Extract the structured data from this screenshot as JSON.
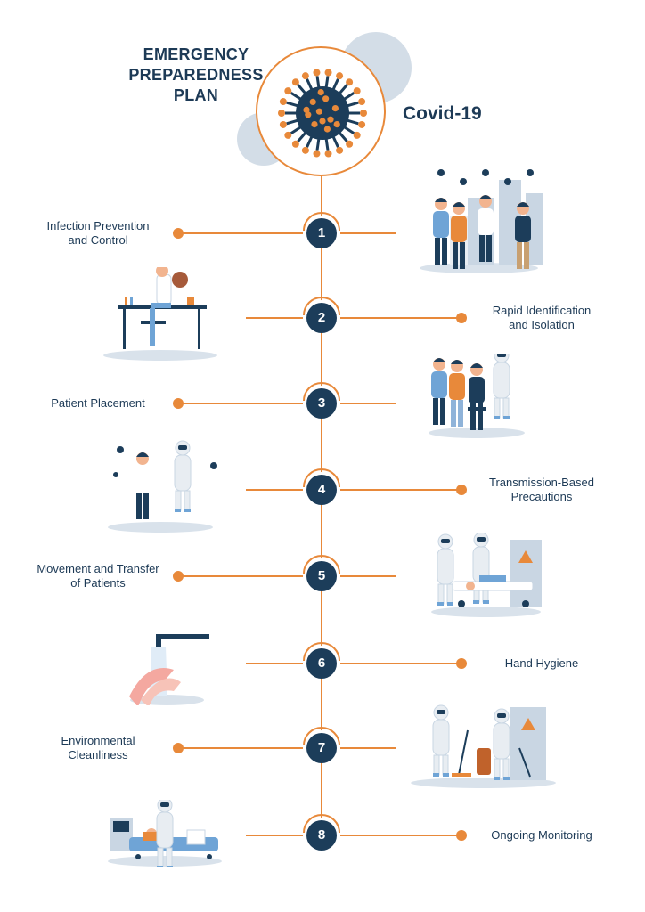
{
  "header": {
    "title_line1": "EMERGENCY",
    "title_line2": "PREPAREDNESS",
    "title_line3": "PLAN",
    "subtitle": "Covid-19"
  },
  "colors": {
    "accent": "#e8893a",
    "navy": "#1c3d5a",
    "blob": "#d3dde7"
  },
  "steps": [
    {
      "number": "1",
      "label_line1": "Infection Prevention",
      "label_line2": "and Control",
      "side": "left"
    },
    {
      "number": "2",
      "label_line1": "Rapid Identification",
      "label_line2": "and Isolation",
      "side": "right"
    },
    {
      "number": "3",
      "label_line1": "Patient Placement",
      "label_line2": "",
      "side": "left"
    },
    {
      "number": "4",
      "label_line1": "Transmission-Based",
      "label_line2": "Precautions",
      "side": "right"
    },
    {
      "number": "5",
      "label_line1": "Movement and Transfer",
      "label_line2": "of Patients",
      "side": "left"
    },
    {
      "number": "6",
      "label_line1": "Hand Hygiene",
      "label_line2": "",
      "side": "right"
    },
    {
      "number": "7",
      "label_line1": "Environmental",
      "label_line2": "Cleanliness",
      "side": "left"
    },
    {
      "number": "8",
      "label_line1": "Ongoing Monitoring",
      "label_line2": "",
      "side": "right"
    }
  ],
  "illustrations": [
    {
      "step": "1",
      "icon": "city-crowd-illustration"
    },
    {
      "step": "2",
      "icon": "lab-scientist-illustration"
    },
    {
      "step": "3",
      "icon": "patient-examination-illustration"
    },
    {
      "step": "4",
      "icon": "doctor-and-hazmat-worker-illustration"
    },
    {
      "step": "5",
      "icon": "patient-transfer-gurney-illustration"
    },
    {
      "step": "6",
      "icon": "hand-washing-tap-illustration"
    },
    {
      "step": "7",
      "icon": "disinfection-cleaning-illustration"
    },
    {
      "step": "8",
      "icon": "hospital-bed-monitoring-illustration"
    }
  ]
}
